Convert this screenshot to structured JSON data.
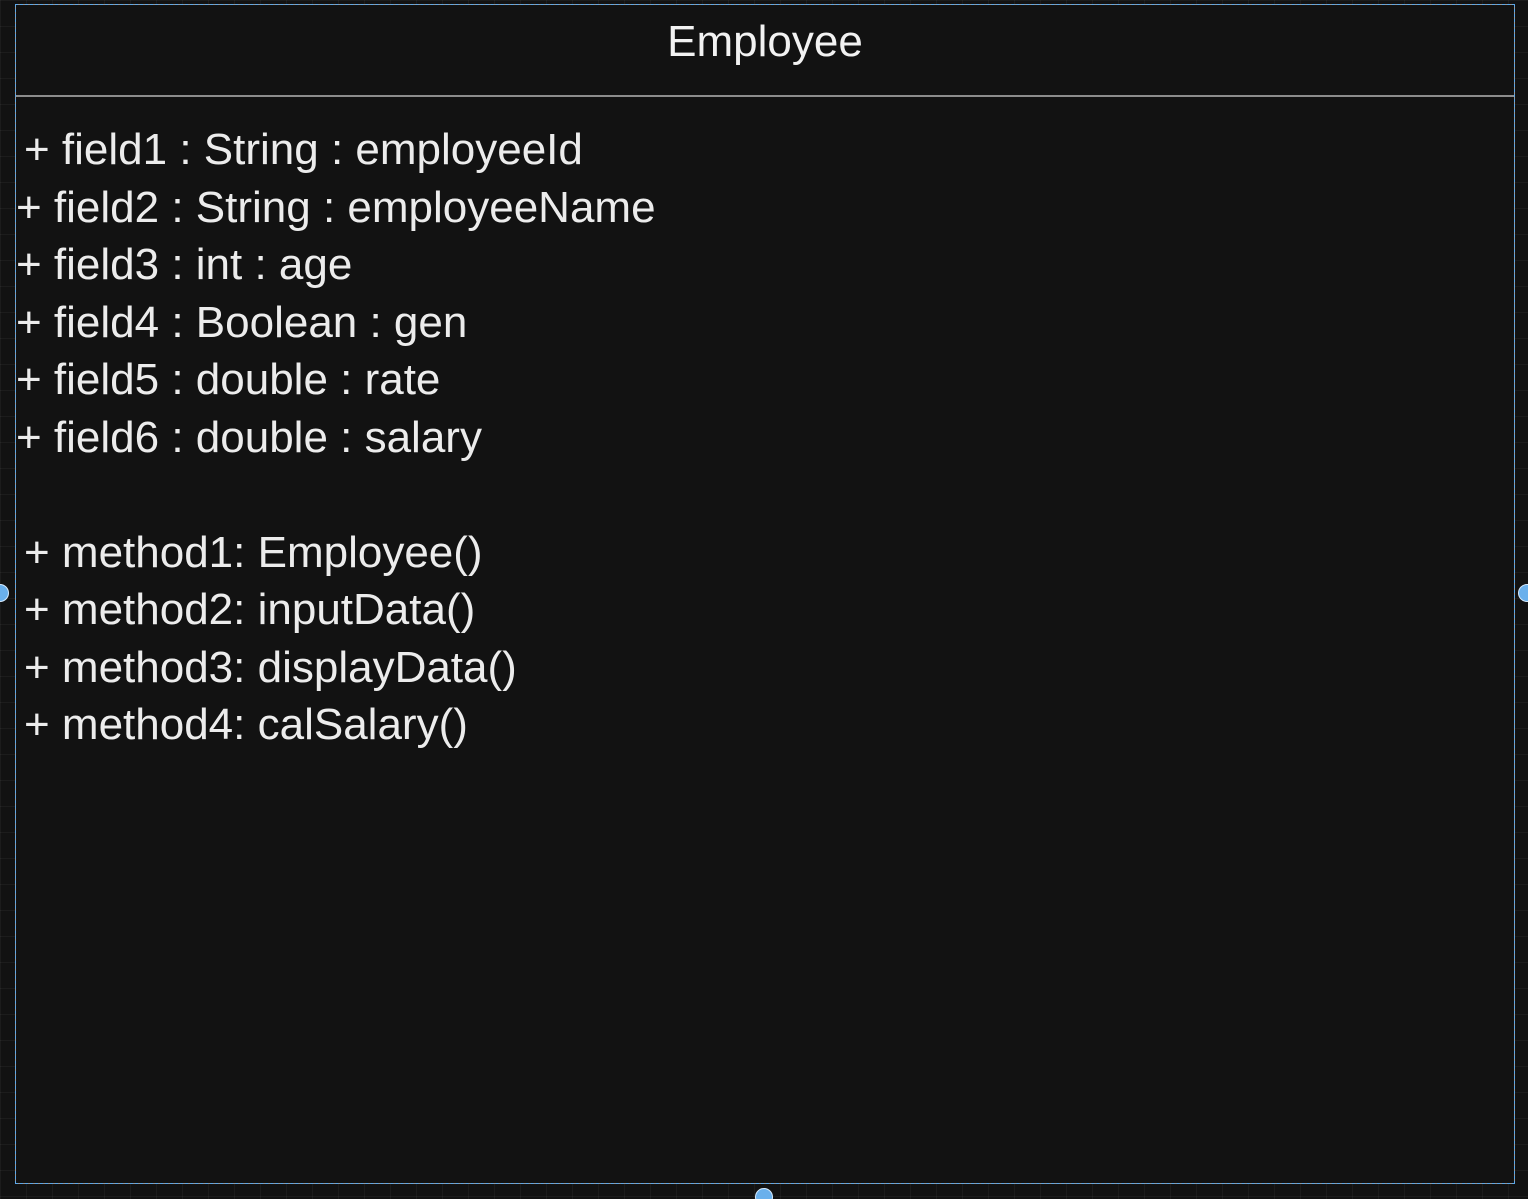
{
  "class": {
    "name": "Employee",
    "fields": [
      "+ field1 : String : employeeId",
      "+ field2 : String : employeeName",
      "+ field3 : int : age",
      "+ field4 : Boolean : gen",
      "+ field5 : double : rate",
      "+ field6 : double : salary"
    ],
    "methods": [
      "+ method1: Employee()",
      "+ method2: inputData()",
      "+ method3: displayData()",
      "+ method4: calSalary()"
    ]
  },
  "colors": {
    "background": "#121212",
    "text": "#ececec",
    "border": "#9a9a9a",
    "selection": "#5aa7ea"
  }
}
